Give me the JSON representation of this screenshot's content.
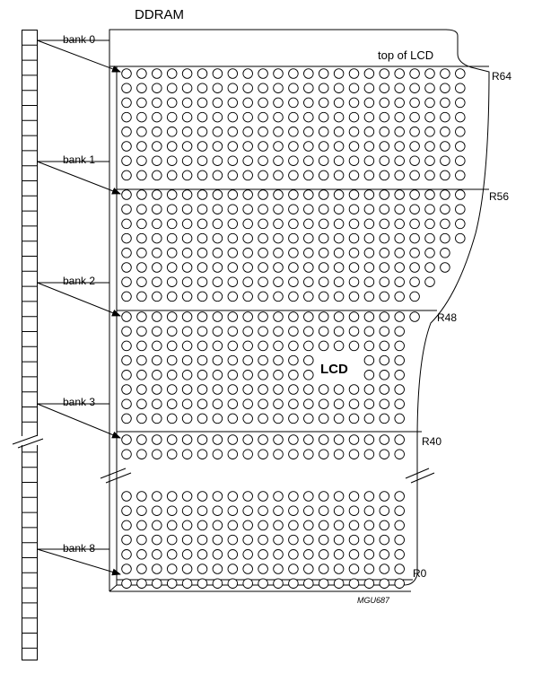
{
  "title": "DDRAM",
  "lcd_label": "LCD",
  "top_label": "top of LCD",
  "figure_code": "MGU687",
  "banks": [
    "bank 0",
    "bank 1",
    "bank 2",
    "bank 3",
    "bank 8"
  ],
  "rows": [
    "R64",
    "R56",
    "R48",
    "R40",
    "R0"
  ]
}
